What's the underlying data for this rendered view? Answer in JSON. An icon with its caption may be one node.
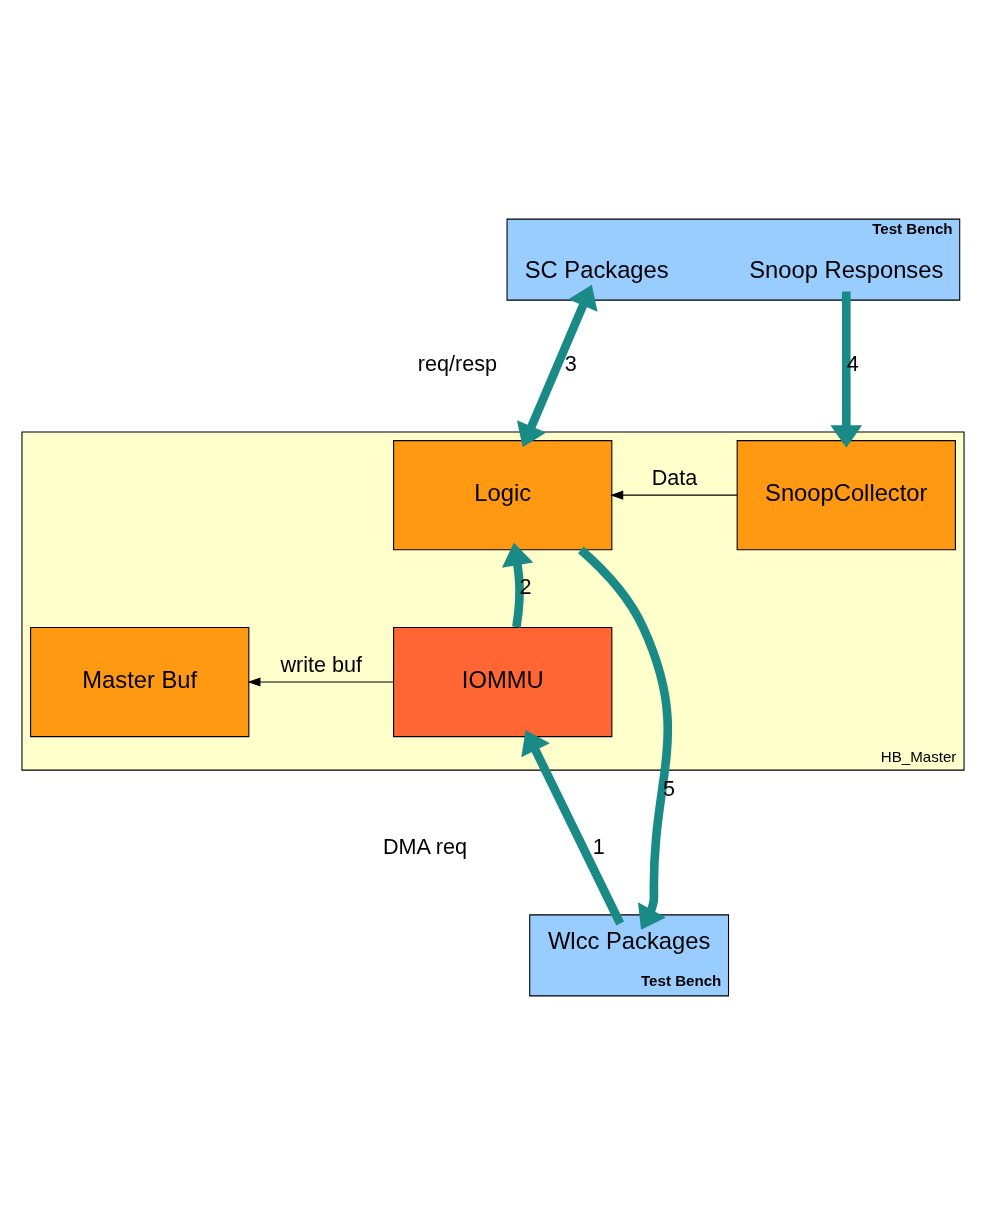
{
  "diagram": {
    "nodes": [
      {
        "text": [
          "Test Bench"
        ]
      },
      {
        "text": [
          "SC Packages"
        ],
        "in": 0
      },
      {
        "text": [
          "Snoop Responses"
        ],
        "in": 0
      },
      {
        "text": [
          "HB_Master"
        ]
      },
      {
        "text": [
          "Logic"
        ],
        "in": 3
      },
      {
        "text": [
          "SnoopCollector"
        ],
        "in": 3
      },
      {
        "text": [
          "Master Buf"
        ],
        "in": 3
      },
      {
        "text": [
          "IOMMU"
        ],
        "in": 3
      },
      {
        "text": [
          "Test Bench"
        ]
      },
      {
        "text": [
          "Wlcc Packages"
        ],
        "in": 8
      }
    ],
    "edges": [
      {
        "from": 1,
        "to": 4,
        "arrow": "both",
        "label": "3"
      },
      {
        "from": 2,
        "to": 5,
        "arrow": "to",
        "label": "4"
      },
      {
        "from": 5,
        "to": 4,
        "arrow": "to",
        "label": "Data",
        "color": "#000000"
      },
      {
        "from": 7,
        "to": 4,
        "arrow": "to",
        "label": "2"
      },
      {
        "from": 7,
        "to": 6,
        "arrow": "to",
        "label": "write buf",
        "color": "#000000"
      },
      {
        "from": 4,
        "to": 9,
        "arrow": "to",
        "label": "5"
      },
      {
        "from": 9,
        "to": 7,
        "arrow": "to",
        "label": "1"
      }
    ],
    "labels": [
      "req/resp",
      "DMA req"
    ]
  }
}
